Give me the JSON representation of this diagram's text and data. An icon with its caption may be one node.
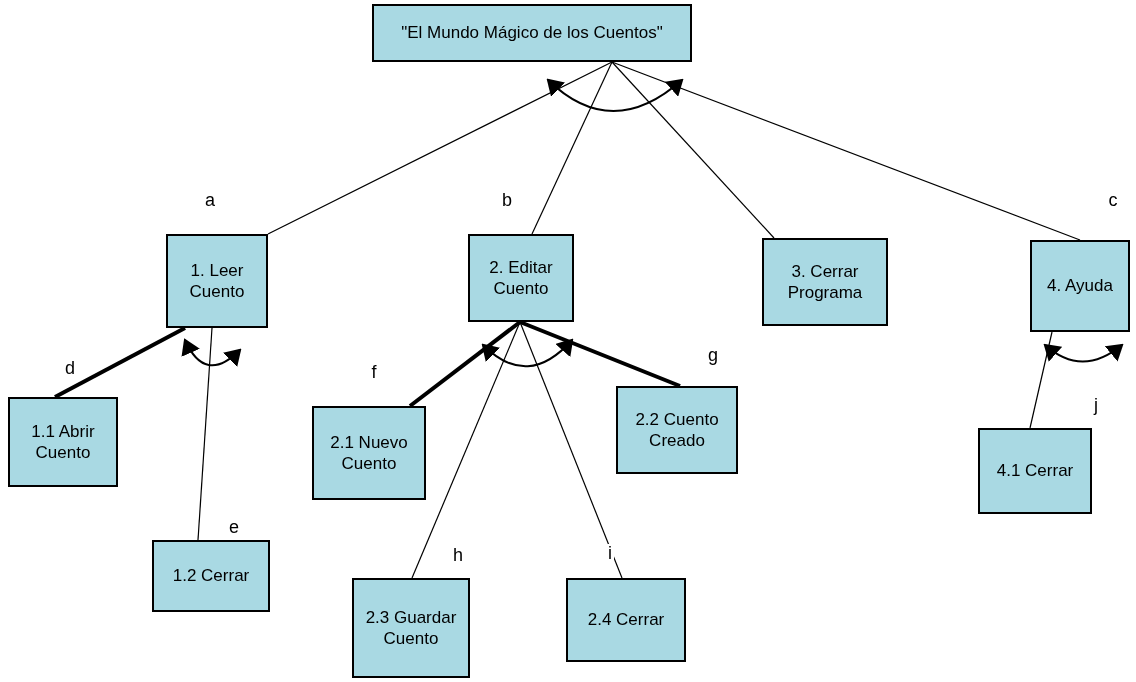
{
  "diagram": {
    "nodes": [
      {
        "text": [
          "\"El Mundo Mágico de los Cuentos\""
        ]
      },
      {
        "text": [
          "1. Leer Cuento"
        ]
      },
      {
        "text": [
          "2. Editar Cuento"
        ]
      },
      {
        "text": [
          "3. Cerrar Programa"
        ]
      },
      {
        "text": [
          "4. Ayuda"
        ]
      },
      {
        "text": [
          "1.1 Abrir Cuento"
        ]
      },
      {
        "text": [
          "1.2 Cerrar"
        ]
      },
      {
        "text": [
          "2.1 Nuevo Cuento"
        ]
      },
      {
        "text": [
          "2.2 Cuento Creado"
        ]
      },
      {
        "text": [
          "2.3 Guardar Cuento"
        ]
      },
      {
        "text": [
          "2.4 Cerrar"
        ]
      },
      {
        "text": [
          "4.1 Cerrar"
        ]
      }
    ],
    "edges": [
      {
        "from": 0,
        "to": 1,
        "arrow": "none",
        "label": "a"
      },
      {
        "from": 0,
        "to": 2,
        "arrow": "none",
        "label": "b"
      },
      {
        "from": 0,
        "to": 3,
        "arrow": "none"
      },
      {
        "from": 0,
        "to": 4,
        "arrow": "none",
        "label": "c"
      },
      {
        "from": 1,
        "to": 5,
        "arrow": "none",
        "label": "d",
        "style": "thick"
      },
      {
        "from": 1,
        "to": 6,
        "arrow": "none",
        "label": "e"
      },
      {
        "from": 2,
        "to": 7,
        "arrow": "none",
        "label": "f",
        "style": "thick"
      },
      {
        "from": 2,
        "to": 8,
        "arrow": "none",
        "label": "g",
        "style": "thick"
      },
      {
        "from": 2,
        "to": 9,
        "arrow": "none",
        "label": "h"
      },
      {
        "from": 2,
        "to": 10,
        "arrow": "none",
        "label": "i"
      },
      {
        "from": 4,
        "to": 11,
        "arrow": "none",
        "label": "j"
      }
    ]
  }
}
